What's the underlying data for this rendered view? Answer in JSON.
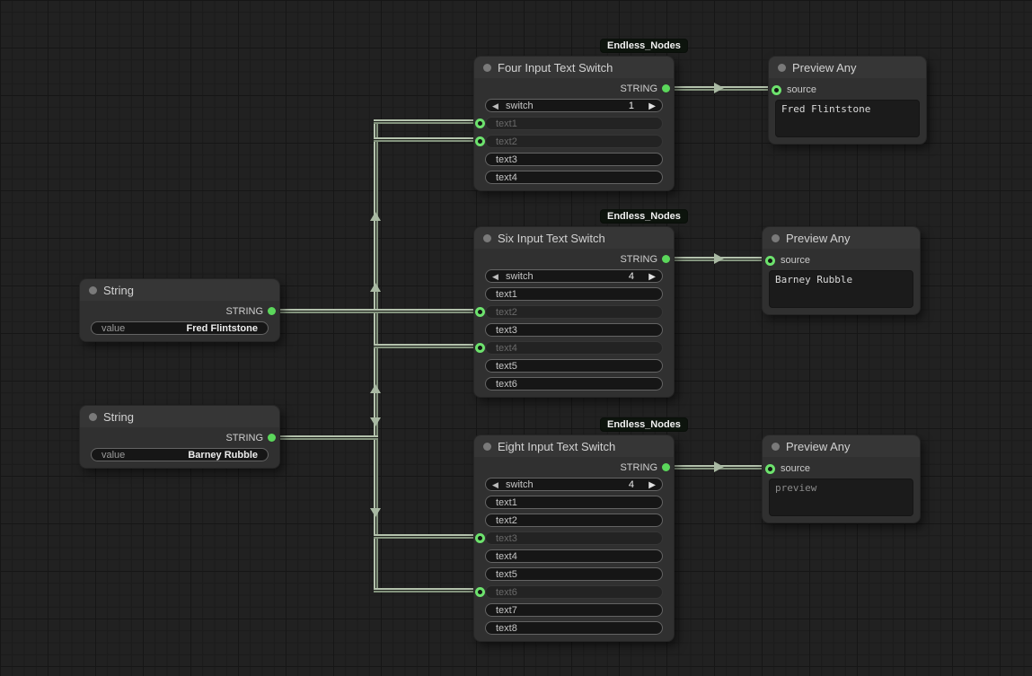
{
  "badge_label": "Endless_Nodes",
  "icons": {
    "left_arrow": "◀",
    "right_arrow": "▶"
  },
  "colors": {
    "accent_green": "#5bd75b",
    "wire": "#a9b9a3",
    "badge_bg": "#0d140d",
    "node_bg": "#303030"
  },
  "nodes": {
    "string1": {
      "title": "String",
      "output_label": "STRING",
      "value_label": "value",
      "value": "Fred Flintstone"
    },
    "string2": {
      "title": "String",
      "output_label": "STRING",
      "value_label": "value",
      "value": "Barney Rubble"
    },
    "switch4": {
      "title": "Four Input Text Switch",
      "output_label": "STRING",
      "switch_label": "switch",
      "switch_value": "1",
      "rows": [
        {
          "label": "text1",
          "connected": true
        },
        {
          "label": "text2",
          "connected": true
        },
        {
          "label": "text3",
          "connected": false
        },
        {
          "label": "text4",
          "connected": false
        }
      ]
    },
    "switch6": {
      "title": "Six Input Text Switch",
      "output_label": "STRING",
      "switch_label": "switch",
      "switch_value": "4",
      "rows": [
        {
          "label": "text1",
          "connected": false
        },
        {
          "label": "text2",
          "connected": true
        },
        {
          "label": "text3",
          "connected": false
        },
        {
          "label": "text4",
          "connected": true
        },
        {
          "label": "text5",
          "connected": false
        },
        {
          "label": "text6",
          "connected": false
        }
      ]
    },
    "switch8": {
      "title": "Eight Input Text Switch",
      "output_label": "STRING",
      "switch_label": "switch",
      "switch_value": "4",
      "rows": [
        {
          "label": "text1",
          "connected": false
        },
        {
          "label": "text2",
          "connected": false
        },
        {
          "label": "text3",
          "connected": true
        },
        {
          "label": "text4",
          "connected": false
        },
        {
          "label": "text5",
          "connected": false
        },
        {
          "label": "text6",
          "connected": true
        },
        {
          "label": "text7",
          "connected": false
        },
        {
          "label": "text8",
          "connected": false
        }
      ]
    },
    "preview1": {
      "title": "Preview Any",
      "input_label": "source",
      "text": "Fred Flintstone"
    },
    "preview2": {
      "title": "Preview Any",
      "input_label": "source",
      "text": "Barney Rubble"
    },
    "preview3": {
      "title": "Preview Any",
      "input_label": "source",
      "text": "preview"
    }
  }
}
